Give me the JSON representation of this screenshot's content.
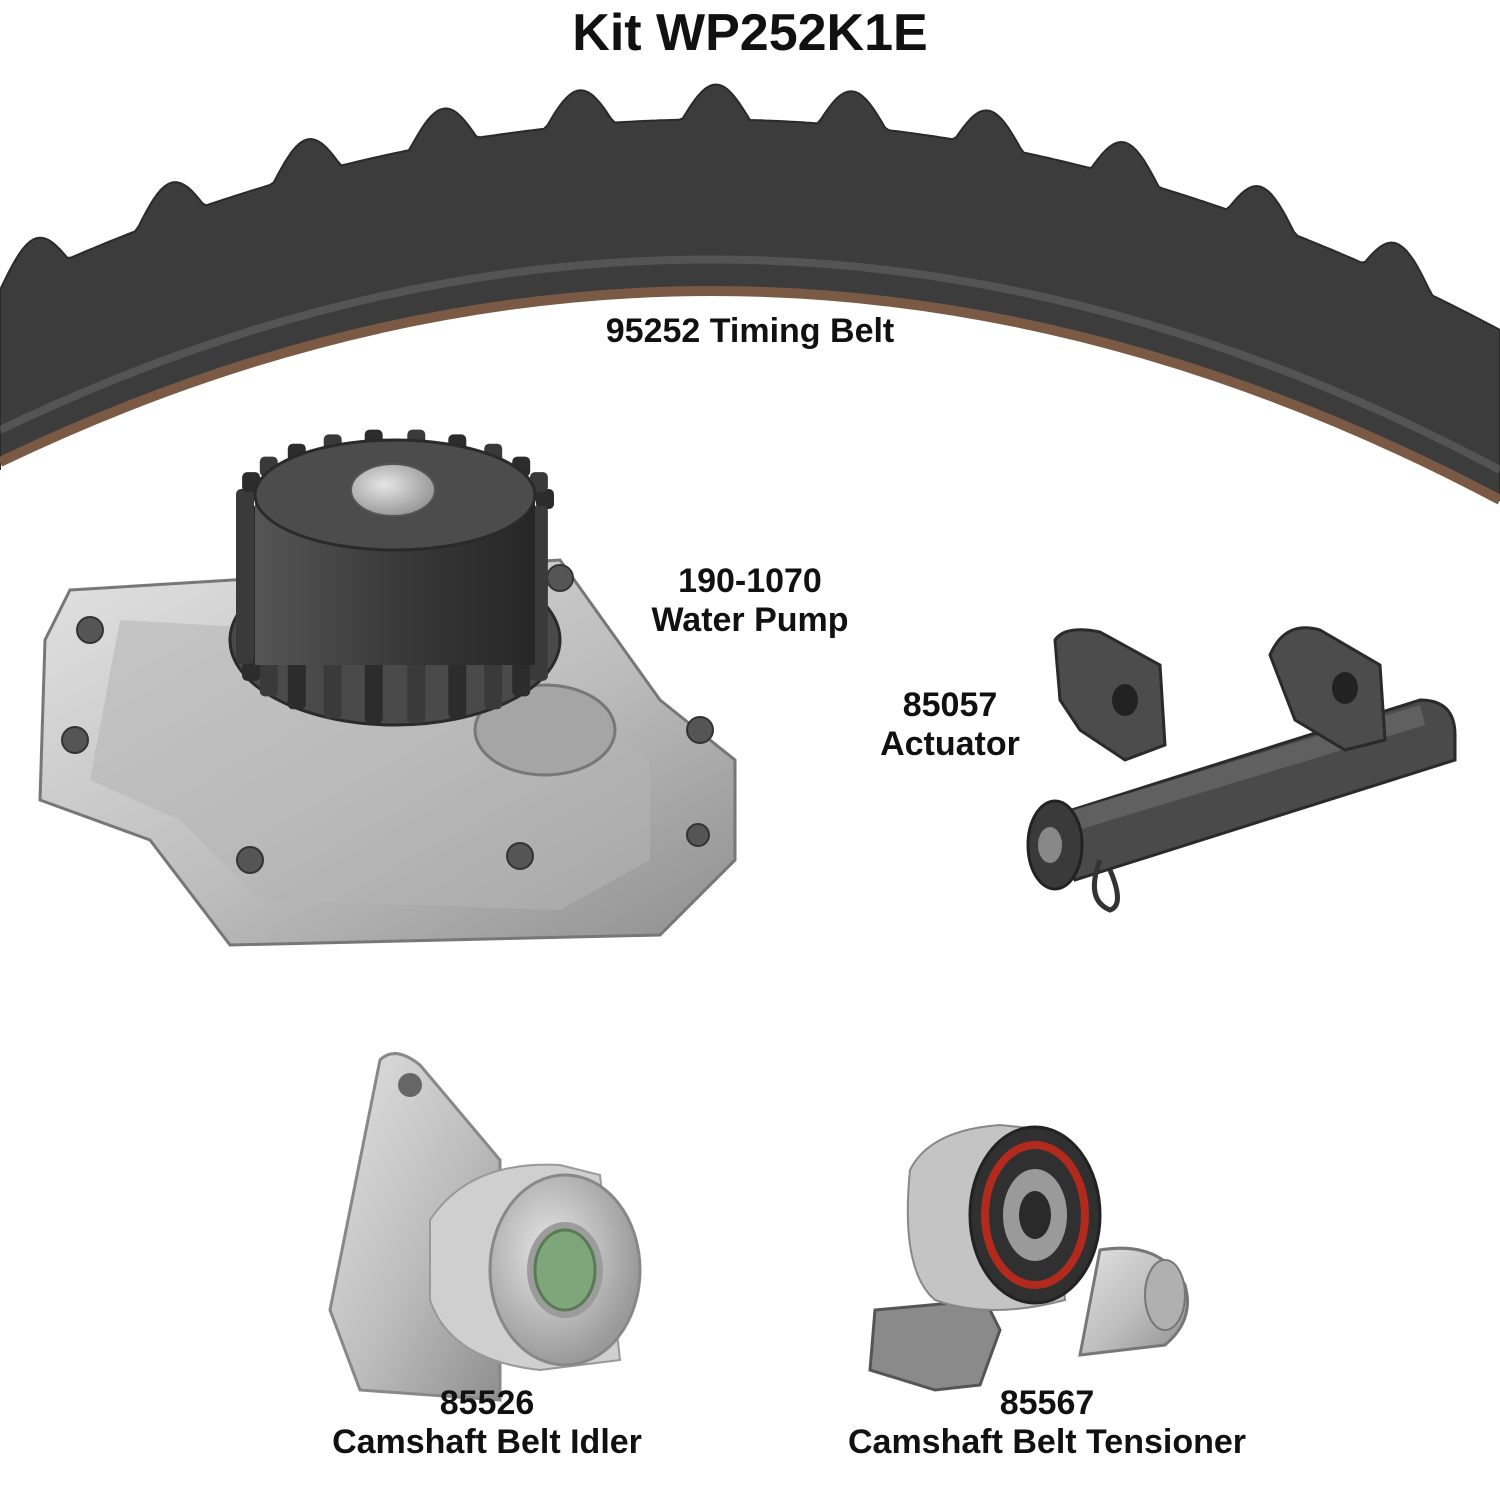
{
  "title": "Kit WP252K1E",
  "colors": {
    "background": "#ffffff",
    "text": "#111111",
    "belt": "#3c3c3c",
    "belt_edge": "#7a5a44",
    "metal": "#c9c9c9",
    "sprocket": "#2e2e2e",
    "seal_red": "#b22a1e",
    "bearing_green": "#7fa67a"
  },
  "components": [
    {
      "part_number": "95252",
      "name": "Timing Belt",
      "icon": "timing-belt-image"
    },
    {
      "part_number": "190-1070",
      "name": "Water Pump",
      "icon": "water-pump-image"
    },
    {
      "part_number": "85057",
      "name": "Actuator",
      "icon": "actuator-image"
    },
    {
      "part_number": "85526",
      "name": "Camshaft Belt Idler",
      "icon": "idler-pulley-image"
    },
    {
      "part_number": "85567",
      "name": "Camshaft Belt Tensioner",
      "icon": "tensioner-pulley-image"
    }
  ]
}
